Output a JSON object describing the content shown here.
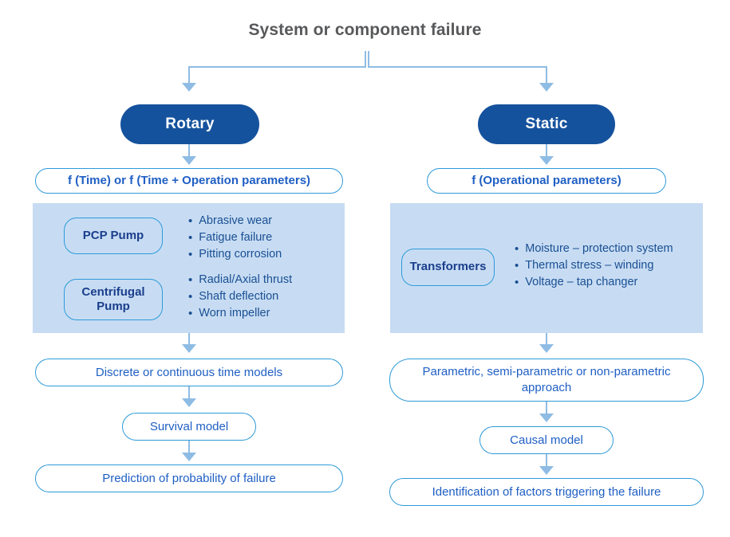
{
  "title": "System or component failure",
  "colors": {
    "dark_blue": "#15529d",
    "panel_blue": "#c7dcf3",
    "border_blue": "#2e9ad8",
    "arrow_blue": "#8fbce4",
    "box_text_blue": "#1f5fc4",
    "chip_text_navy": "#1a3e8c",
    "title_gray": "#58595b"
  },
  "branches": {
    "left": {
      "pill_label": "Rotary",
      "function_box": "f (Time) or f (Time + Operation parameters)",
      "equipment": [
        {
          "name": "PCP Pump",
          "failures": [
            "Abrasive wear",
            "Fatigue failure",
            "Pitting corrosion"
          ]
        },
        {
          "name": "Centrifugal Pump",
          "failures": [
            "Radial/Axial thrust",
            "Shaft deflection",
            "Worn impeller"
          ]
        }
      ],
      "steps": [
        "Discrete or continuous time models",
        "Survival model",
        "Prediction of probability of failure"
      ]
    },
    "right": {
      "pill_label": "Static",
      "function_box": "f (Operational parameters)",
      "equipment": [
        {
          "name": "Transformers",
          "failures": [
            "Moisture – protection system",
            "Thermal stress – winding",
            "Voltage – tap changer"
          ]
        }
      ],
      "steps": [
        "Parametric, semi-parametric or non-parametric approach",
        "Causal model",
        "Identification of factors triggering the failure"
      ]
    }
  }
}
